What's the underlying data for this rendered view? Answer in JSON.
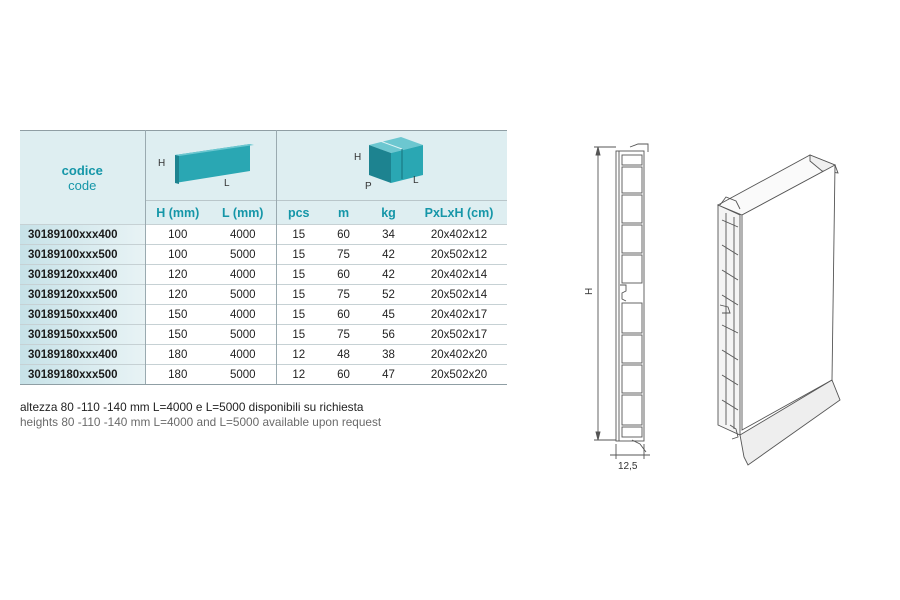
{
  "table": {
    "code_label_it": "codice",
    "code_label_en": "code",
    "fig1": {
      "h": "H",
      "l": "L"
    },
    "fig2": {
      "h": "H",
      "p": "P",
      "l": "L"
    },
    "columns": [
      "H (mm)",
      "L (mm)",
      "pcs",
      "m",
      "kg",
      "PxLxH (cm)"
    ],
    "rows": [
      {
        "code": "30189100xxx400",
        "h": "100",
        "l": "4000",
        "pcs": "15",
        "m": "60",
        "kg": "34",
        "pack": "20x402x12"
      },
      {
        "code": "30189100xxx500",
        "h": "100",
        "l": "5000",
        "pcs": "15",
        "m": "75",
        "kg": "42",
        "pack": "20x502x12"
      },
      {
        "code": "30189120xxx400",
        "h": "120",
        "l": "4000",
        "pcs": "15",
        "m": "60",
        "kg": "42",
        "pack": "20x402x14"
      },
      {
        "code": "30189120xxx500",
        "h": "120",
        "l": "5000",
        "pcs": "15",
        "m": "75",
        "kg": "52",
        "pack": "20x502x14"
      },
      {
        "code": "30189150xxx400",
        "h": "150",
        "l": "4000",
        "pcs": "15",
        "m": "60",
        "kg": "45",
        "pack": "20x402x17"
      },
      {
        "code": "30189150xxx500",
        "h": "150",
        "l": "5000",
        "pcs": "15",
        "m": "75",
        "kg": "56",
        "pack": "20x502x17"
      },
      {
        "code": "30189180xxx400",
        "h": "180",
        "l": "4000",
        "pcs": "12",
        "m": "48",
        "kg": "38",
        "pack": "20x402x20"
      },
      {
        "code": "30189180xxx500",
        "h": "180",
        "l": "5000",
        "pcs": "12",
        "m": "60",
        "kg": "47",
        "pack": "20x502x20"
      }
    ]
  },
  "note": {
    "it": "altezza 80 -110 -140 mm L=4000 e L=5000 disponibili su richiesta",
    "en": "heights 80 -110 -140 mm L=4000 and L=5000 available upon request"
  },
  "drawing": {
    "height_label": "H",
    "width_label": "12,5"
  },
  "colors": {
    "accent": "#1596a8",
    "header_bg": "#deeef1",
    "teal_product": "#2aa7b3"
  }
}
